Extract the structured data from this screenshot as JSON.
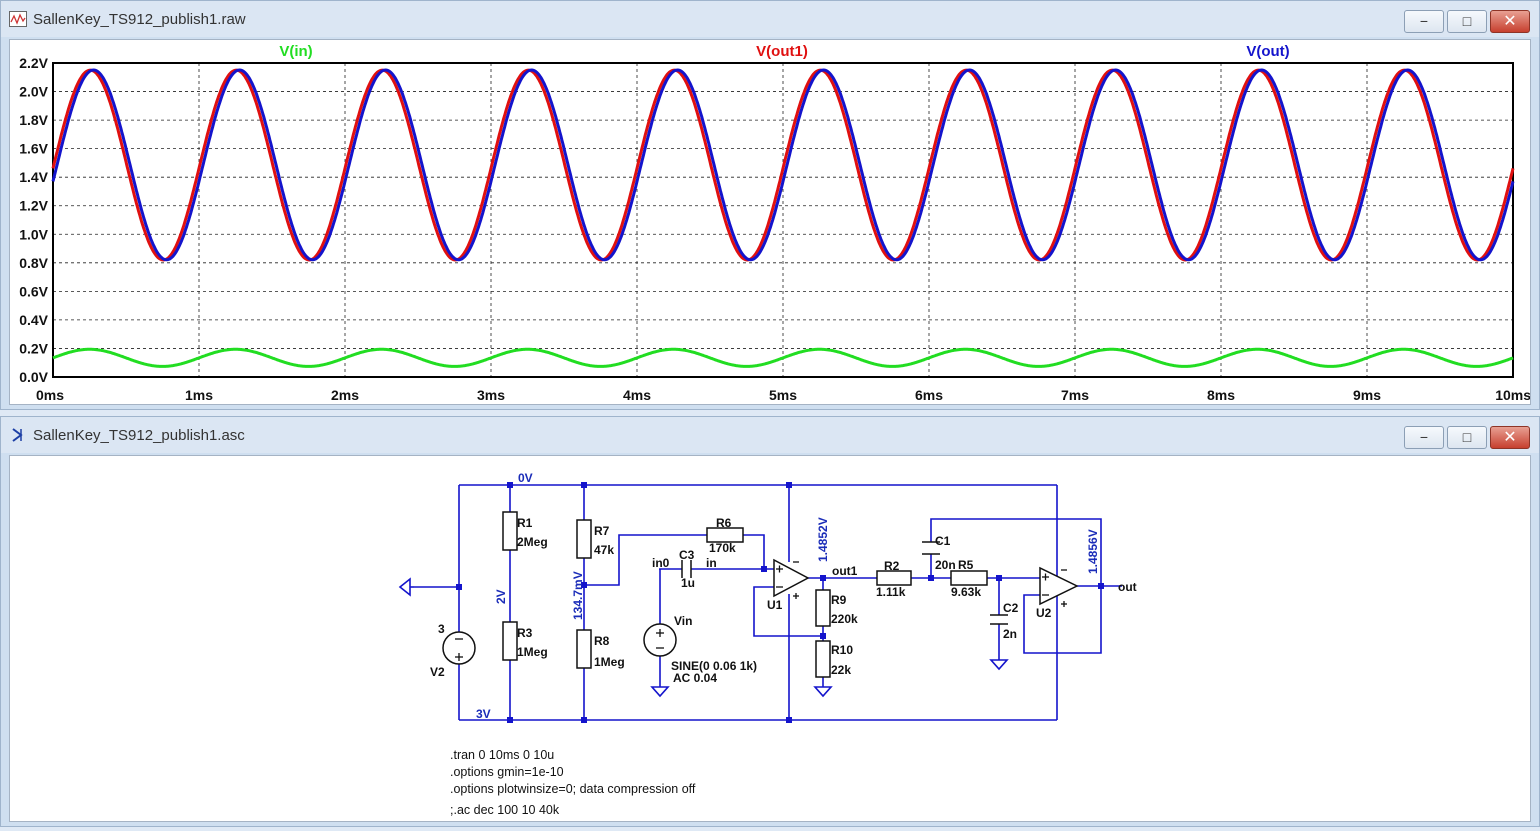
{
  "waveform_window": {
    "title": "SallenKey_TS912_publish1.raw",
    "title_icon": "waveform-icon",
    "buttons": {
      "minimize": "−",
      "maximize": "□",
      "close": "✕"
    }
  },
  "schematic_window": {
    "title": "SallenKey_TS912_publish1.asc",
    "title_icon": "ltspice-icon",
    "buttons": {
      "minimize": "−",
      "maximize": "□",
      "close": "✕"
    }
  },
  "chart_data": {
    "type": "line",
    "xlabel": "",
    "ylabel": "",
    "xlim": [
      0,
      10
    ],
    "ylim": [
      0,
      2.2
    ],
    "x_ticks": [
      "0ms",
      "1ms",
      "2ms",
      "3ms",
      "4ms",
      "5ms",
      "6ms",
      "7ms",
      "8ms",
      "9ms",
      "10ms"
    ],
    "y_ticks": [
      "0.0V",
      "0.2V",
      "0.4V",
      "0.6V",
      "0.8V",
      "1.0V",
      "1.2V",
      "1.4V",
      "1.6V",
      "1.8V",
      "2.0V",
      "2.2V"
    ],
    "grid": true,
    "series": [
      {
        "name": "V(in)",
        "color": "#22dd22",
        "offset": 0.134,
        "amplitude": 0.06,
        "frequency_khz": 1,
        "phase_deg": 0
      },
      {
        "name": "V(out1)",
        "color": "#e01010",
        "offset": 1.485,
        "amplitude": 0.665,
        "frequency_khz": 1,
        "phase_deg": -2
      },
      {
        "name": "V(out)",
        "color": "#1414cc",
        "offset": 1.486,
        "amplitude": 0.665,
        "frequency_khz": 1,
        "phase_deg": -10
      }
    ]
  },
  "schematic": {
    "nets": {
      "zero": "0V",
      "two": "2V",
      "three": "3V",
      "v2_value": "3",
      "in0": "in0",
      "in": "in",
      "out1": "out1",
      "out": "out"
    },
    "node_values": {
      "bias": "134.7mV",
      "out1": "1.4852V",
      "out": "1.4856V"
    },
    "components": {
      "R1": {
        "name": "R1",
        "value": "2Meg"
      },
      "R3": {
        "name": "R3",
        "value": "1Meg"
      },
      "R7": {
        "name": "R7",
        "value": "47k"
      },
      "R8": {
        "name": "R8",
        "value": "1Meg"
      },
      "R6": {
        "name": "R6",
        "value": "170k"
      },
      "C3": {
        "name": "C3",
        "value": "1u"
      },
      "Vin": {
        "name": "Vin",
        "value": "SINE(0 0.06 1k)",
        "ac": "AC 0.04"
      },
      "V2": {
        "name": "V2"
      },
      "U1": {
        "name": "U1"
      },
      "U2": {
        "name": "U2"
      },
      "R9": {
        "name": "R9",
        "value": "220k"
      },
      "R10": {
        "name": "R10",
        "value": "22k"
      },
      "R2": {
        "name": "R2",
        "value": "1.11k"
      },
      "C1": {
        "name": "C1",
        "value": "20n"
      },
      "R5": {
        "name": "R5",
        "value": "9.63k"
      },
      "C2": {
        "name": "C2",
        "value": "2n"
      }
    },
    "spice": [
      ".tran 0 10ms 0 10u",
      ".options gmin=1e-10",
      ".options plotwinsize=0; data compression off",
      ";.ac dec 100 10 40k"
    ]
  }
}
